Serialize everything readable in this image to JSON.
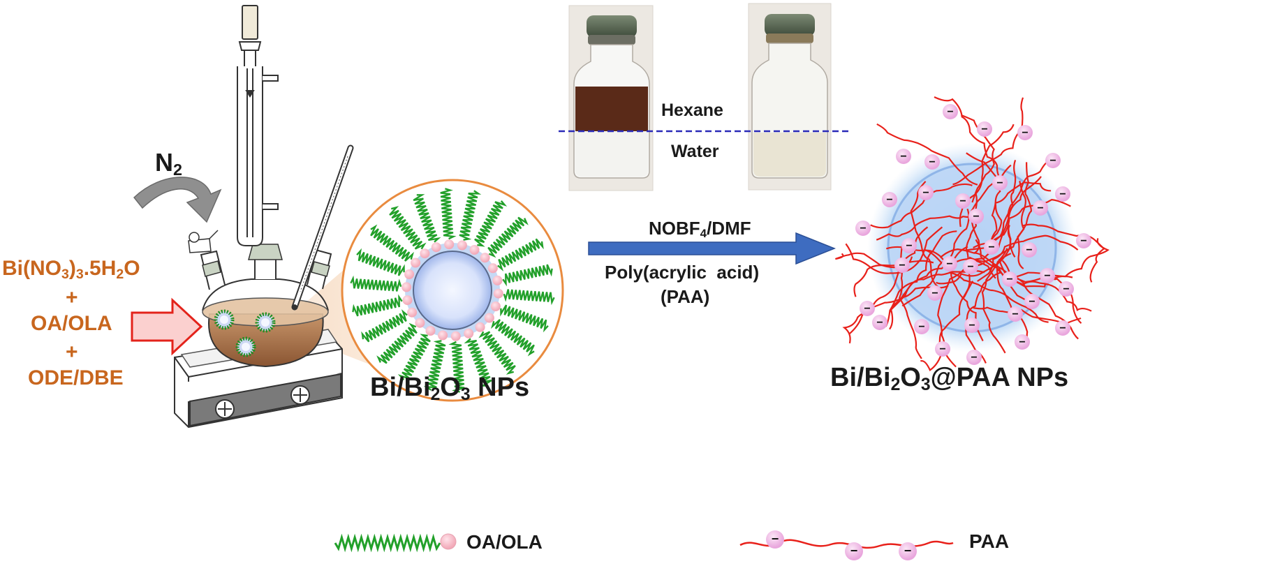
{
  "reagents": {
    "line1_pre": "Bi(NO",
    "line1_sub1": "3",
    "line1_mid": ")",
    "line1_sub2": "3",
    "line1_mid2": ".5H",
    "line1_sub3": "2",
    "line1_post": "O",
    "plus": "+",
    "line2": "OA/OLA",
    "line3": "ODE/DBE"
  },
  "gas": {
    "main": "N",
    "sub": "2"
  },
  "np_label": {
    "pre": "Bi/Bi",
    "sub1": "2",
    "mid": "O",
    "sub2": "3",
    "post": " NPs"
  },
  "vials": {
    "top_phase": "Hexane",
    "bottom_phase": "Water"
  },
  "reaction": {
    "reagent_pre": "NOBF",
    "reagent_sub": "4",
    "reagent_post": "/DMF",
    "ligand_line1": "Poly(acrylic  acid)",
    "ligand_line2": "(PAA)"
  },
  "product_label": {
    "pre": "Bi/Bi",
    "sub1": "2",
    "mid": "O",
    "sub2": "3",
    "post": "@PAA NPs"
  },
  "legend": {
    "ligand": "OA/OLA",
    "polymer": "PAA",
    "charge_symbol": "−"
  },
  "colors": {
    "orange_text": "#c8661e",
    "ligand_green": "#22a02a",
    "polymer_red": "#e8201a",
    "arrow_blue": "#3e6cc0"
  }
}
